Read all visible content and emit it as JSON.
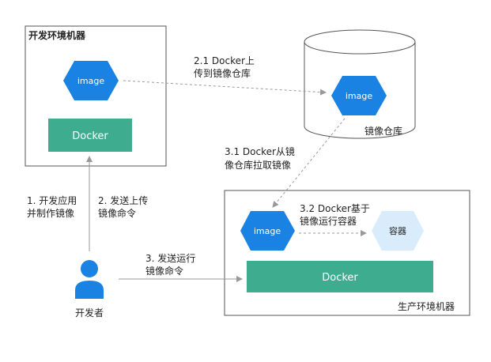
{
  "colors": {
    "box_border": "#555555",
    "hexagon_blue": "#1a82e2",
    "hexagon_light": "#d9ecfb",
    "docker_green": "#3dac8f",
    "arrow_gray": "#999999",
    "person_blue": "#1a82e2"
  },
  "dev_machine": {
    "title": "开发环境机器",
    "image_label": "image",
    "docker_label": "Docker"
  },
  "registry": {
    "image_label": "image",
    "label": "镜像仓库"
  },
  "prod_machine": {
    "title": "生产环境机器",
    "image_label": "image",
    "container_label": "容器",
    "docker_label": "Docker"
  },
  "developer": {
    "icon": "person-icon",
    "label": "开发者"
  },
  "steps": {
    "step1": {
      "line1": "1. 开发应用",
      "line2": "并制作镜像"
    },
    "step2": {
      "line1": "2. 发送上传",
      "line2": "镜像命令"
    },
    "step21": {
      "line1": "2.1 Docker上",
      "line2": "传到镜像仓库"
    },
    "step3": {
      "line1": "3. 发送运行",
      "line2": "镜像命令"
    },
    "step31": {
      "line1": "3.1 Docker从镜",
      "line2": "像仓库拉取镜像"
    },
    "step32": {
      "line1": "3.2 Docker基于",
      "line2": "镜像运行容器"
    }
  }
}
